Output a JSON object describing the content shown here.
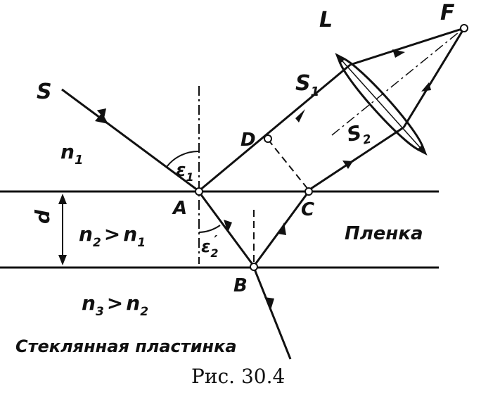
{
  "labels": {
    "S": "S",
    "n1": "n",
    "n1_sub": "1",
    "eps1": "ε",
    "eps1_sub": "1",
    "A": "A",
    "D": "D",
    "S1": "S",
    "S1_sub": "1",
    "L": "L",
    "F": "F",
    "S2": "S",
    "S2_sub": "2",
    "C": "C",
    "d": "d",
    "n2_rel": "n",
    "n2_rel_sub": "2",
    "n2_rel_gt": ">",
    "n2_rel_rhs": "n",
    "n2_rel_rhs_sub": "1",
    "eps2": "ε",
    "eps2_sub": "2",
    "eps2_prime": "′",
    "film": "Пленка",
    "B": "B",
    "n3_rel": "n",
    "n3_rel_sub": "3",
    "n3_rel_gt": ">",
    "n3_rel_rhs": "n",
    "n3_rel_rhs_sub": "2",
    "glass": "Стеклянная пластинка",
    "caption": "Рис. 30.4"
  },
  "colors": {
    "ink": "#111111",
    "background": "#ffffff"
  }
}
